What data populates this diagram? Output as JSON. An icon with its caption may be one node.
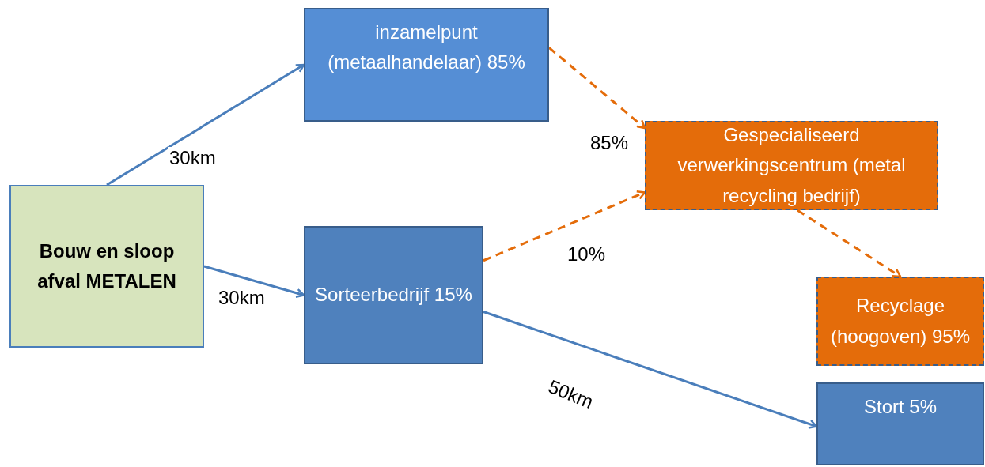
{
  "diagram": {
    "nodes": [
      {
        "text": [
          "Bouw en sloop afval METALEN"
        ]
      },
      {
        "text": [
          "inzamelpunt (metaalhandelaar) 85%"
        ]
      },
      {
        "text": [
          "Sorteerbedrijf 15%"
        ]
      },
      {
        "text": [
          "Gespecialiseerd verwerkingscentrum (metal recycling bedrijf)"
        ]
      },
      {
        "text": [
          "Recyclage (hoogoven) 95%"
        ]
      },
      {
        "text": [
          "Stort 5%"
        ]
      }
    ],
    "edges": [
      {
        "from": 0,
        "to": 1,
        "arrow": "to",
        "label": "30km"
      },
      {
        "from": 0,
        "to": 2,
        "arrow": "to",
        "label": "30km"
      },
      {
        "from": 1,
        "to": 3,
        "arrow": "to",
        "label": "85%",
        "style": "dashed",
        "color": "#e46c0a"
      },
      {
        "from": 2,
        "to": 3,
        "arrow": "to",
        "label": "10%",
        "style": "dashed",
        "color": "#e46c0a"
      },
      {
        "from": 3,
        "to": 4,
        "arrow": "to",
        "style": "dashed",
        "color": "#e46c0a"
      },
      {
        "from": 2,
        "to": 5,
        "arrow": "to",
        "label": "50km"
      }
    ]
  }
}
